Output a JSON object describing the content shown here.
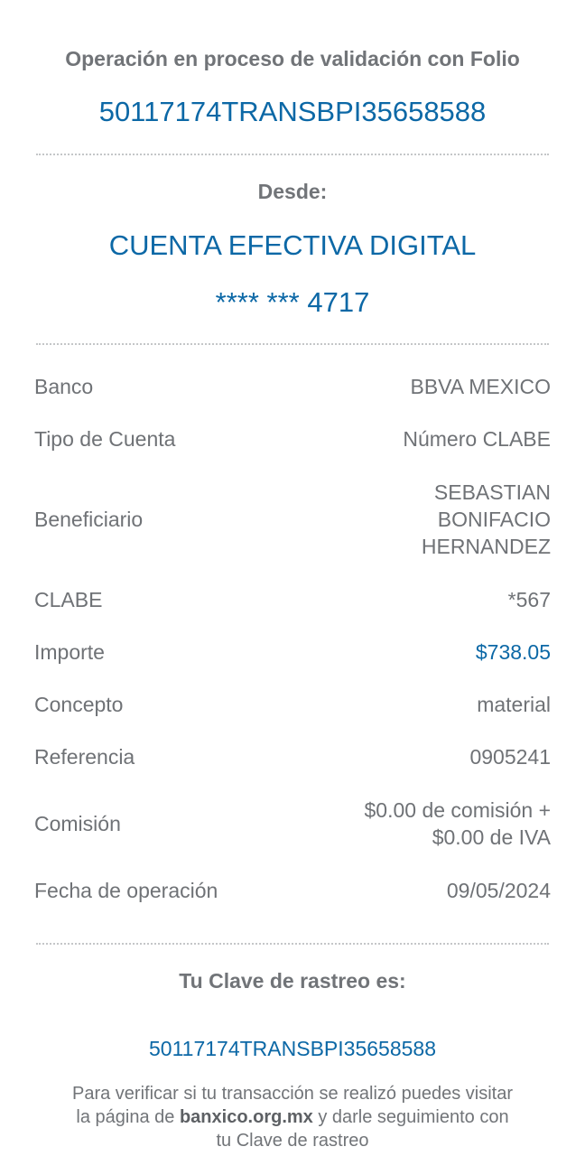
{
  "header": {
    "title": "Operación en proceso de validación con Folio",
    "folio": "50117174TRANSBPI35658588"
  },
  "origin": {
    "label": "Desde:",
    "account_name": "CUENTA EFECTIVA DIGITAL",
    "account_number": "**** *** 4717"
  },
  "details": [
    {
      "label": "Banco",
      "value": "BBVA MEXICO"
    },
    {
      "label": "Tipo de Cuenta",
      "value": "Número CLABE"
    },
    {
      "label": "Beneficiario",
      "value_lines": [
        "SEBASTIAN",
        "BONIFACIO",
        "HERNANDEZ"
      ]
    },
    {
      "label": "CLABE",
      "value": "*567"
    },
    {
      "label": "Importe",
      "value": "$738.05"
    },
    {
      "label": "Concepto",
      "value": "material"
    },
    {
      "label": "Referencia",
      "value": "0905241"
    },
    {
      "label": "Comisión",
      "value_lines": [
        "$0.00 de comisión +",
        "$0.00 de IVA"
      ]
    },
    {
      "label": "Fecha de operación",
      "value": "09/05/2024"
    }
  ],
  "tracking": {
    "label": "Tu Clave de rastreo es:",
    "code": "50117174TRANSBPI35658588",
    "note_pre": "Para verificar si tu transacción se realizó puedes visitar la página de ",
    "note_link": "banxico.org.mx",
    "note_post": " y darle seguimiento con tu Clave de rastreo"
  },
  "colors": {
    "accent": "#0c68a6",
    "text": "#717478"
  }
}
